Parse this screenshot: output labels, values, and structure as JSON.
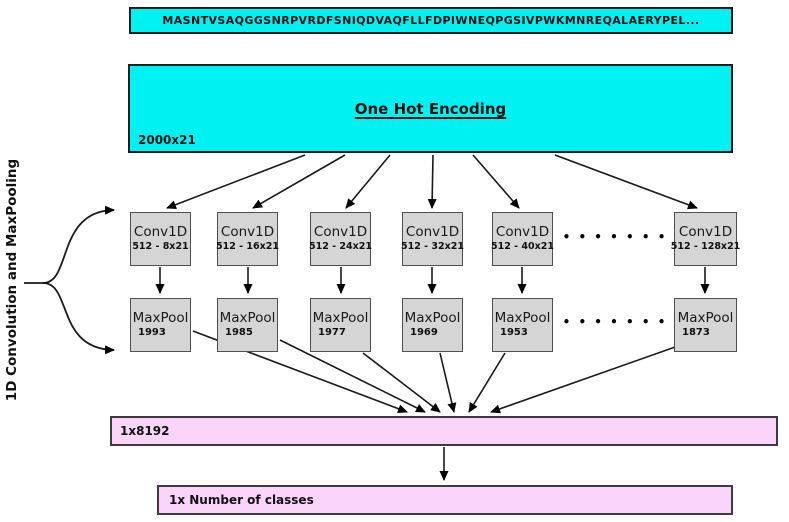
{
  "diagram": {
    "sequence_bar": "MASNTVSAQGGSNRPVRDFSNIQDVAQFLLFDPIWNEQPGSIVPWKMNREQALAERYPEL...",
    "one_hot": {
      "title": "One Hot Encoding",
      "dims": "2000x21"
    },
    "side_label": "1D Convolution and MaxPooling",
    "ellipsis": "• • • • • • •",
    "flatten_bar": "1x8192",
    "output_bar": "1x Number of classes",
    "columns": [
      {
        "conv": "Conv1D",
        "conv_size": "512 - 8x21",
        "pool": "MaxPool",
        "pool_out": "1993"
      },
      {
        "conv": "Conv1D",
        "conv_size": "512 - 16x21",
        "pool": "MaxPool",
        "pool_out": "1985"
      },
      {
        "conv": "Conv1D",
        "conv_size": "512 - 24x21",
        "pool": "MaxPool",
        "pool_out": "1977"
      },
      {
        "conv": "Conv1D",
        "conv_size": "512 - 32x21",
        "pool": "MaxPool",
        "pool_out": "1969"
      },
      {
        "conv": "Conv1D",
        "conv_size": "512 - 40x21",
        "pool": "MaxPool",
        "pool_out": "1953"
      },
      {
        "conv": "Conv1D",
        "conv_size": "512 - 128x21",
        "pool": "MaxPool",
        "pool_out": "1873"
      }
    ]
  },
  "colors": {
    "cyan": "#00F1F1",
    "box-gray": "#D5D5D5",
    "pink": "#FBD4FA",
    "border-dark": "#1c1c1c",
    "border-gray": "#4f4f4f"
  }
}
